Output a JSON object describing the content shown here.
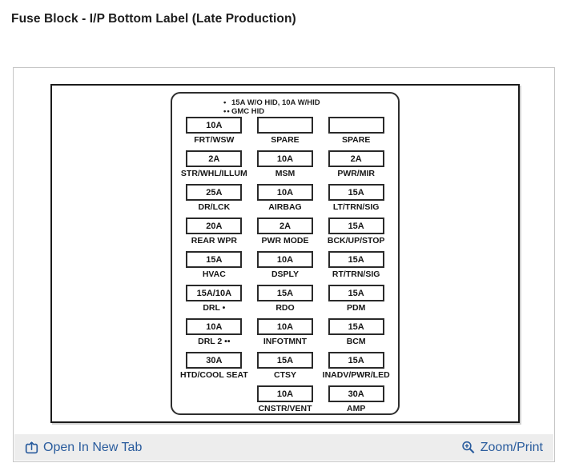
{
  "page": {
    "title": "Fuse Block - I/P Bottom Label (Late Production)"
  },
  "diagram": {
    "legend": [
      {
        "marker": "•",
        "text": "15A W/O HID, 10A W/HID"
      },
      {
        "marker": "••",
        "text": "GMC HID"
      }
    ],
    "fuse_rows": [
      [
        {
          "amp": "10A",
          "label": "FRT/WSW"
        },
        {
          "amp": "",
          "label": "SPARE"
        },
        {
          "amp": "",
          "label": "SPARE"
        }
      ],
      [
        {
          "amp": "2A",
          "label": "STR/WHL/ILLUM"
        },
        {
          "amp": "10A",
          "label": "MSM"
        },
        {
          "amp": "2A",
          "label": "PWR/MIR"
        }
      ],
      [
        {
          "amp": "25A",
          "label": "DR/LCK"
        },
        {
          "amp": "10A",
          "label": "AIRBAG"
        },
        {
          "amp": "15A",
          "label": "LT/TRN/SIG"
        }
      ],
      [
        {
          "amp": "20A",
          "label": "REAR WPR"
        },
        {
          "amp": "2A",
          "label": "PWR MODE"
        },
        {
          "amp": "15A",
          "label": "BCK/UP/STOP"
        }
      ],
      [
        {
          "amp": "15A",
          "label": "HVAC"
        },
        {
          "amp": "10A",
          "label": "DSPLY"
        },
        {
          "amp": "15A",
          "label": "RT/TRN/SIG"
        }
      ],
      [
        {
          "amp": "15A/10A",
          "label": "DRL •"
        },
        {
          "amp": "15A",
          "label": "RDO"
        },
        {
          "amp": "15A",
          "label": "PDM"
        }
      ],
      [
        {
          "amp": "10A",
          "label": "DRL 2 ••"
        },
        {
          "amp": "10A",
          "label": "INFOTMNT"
        },
        {
          "amp": "15A",
          "label": "BCM"
        }
      ],
      [
        {
          "amp": "30A",
          "label": "HTD/COOL SEAT"
        },
        {
          "amp": "15A",
          "label": "CTSY"
        },
        {
          "amp": "15A",
          "label": "INADV/PWR/LED"
        }
      ],
      [
        null,
        {
          "amp": "10A",
          "label": "CNSTR/VENT"
        },
        {
          "amp": "30A",
          "label": "AMP"
        }
      ]
    ]
  },
  "footer": {
    "open_link": "Open In New Tab",
    "zoom_link": "Zoom/Print"
  },
  "colors": {
    "link_blue": "#2a5c9d",
    "footer_bg": "#ededed",
    "panel_border": "#c6c6c6",
    "diagram_ink": "#1f1f1f"
  }
}
